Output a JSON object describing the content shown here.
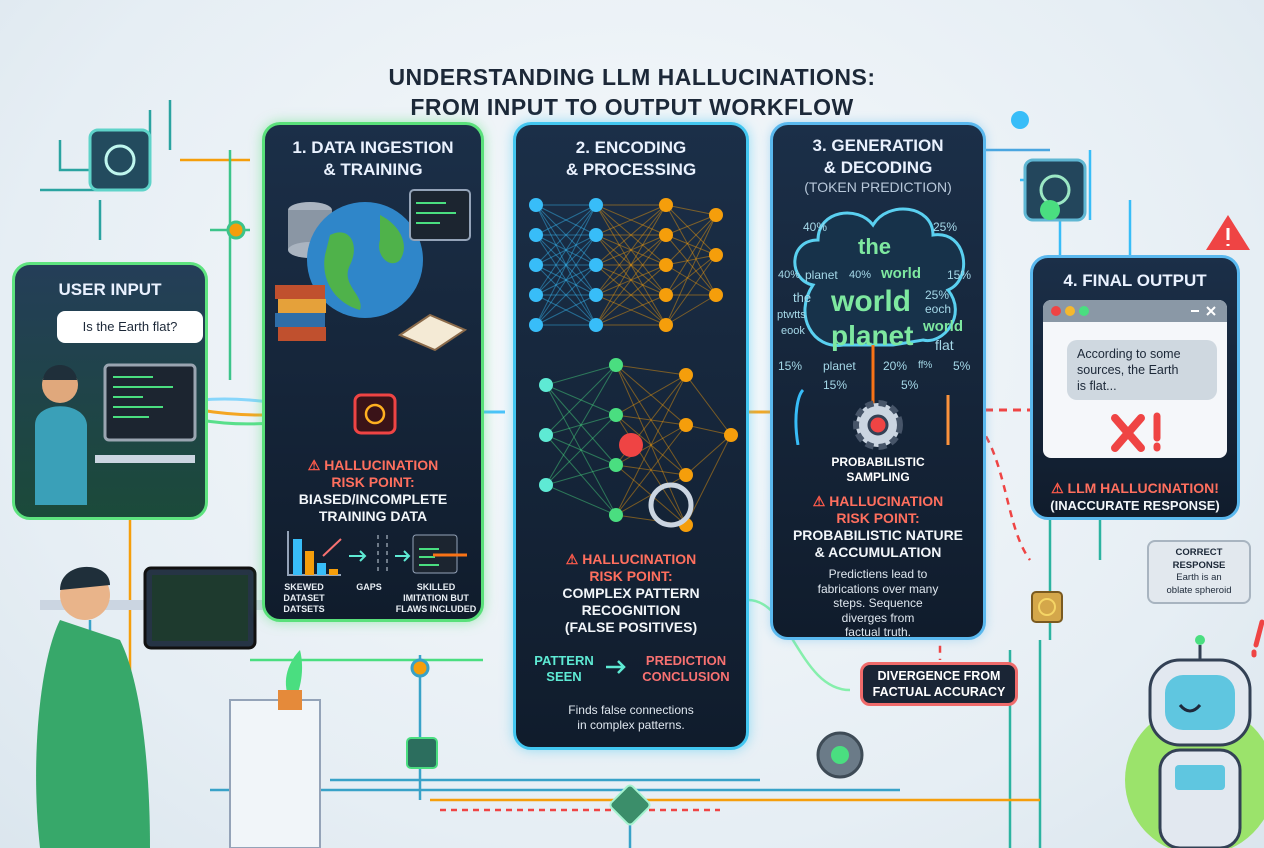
{
  "title": {
    "line1": "UNDERSTANDING LLM HALLUCINATIONS:",
    "line2": "FROM INPUT TO OUTPUT WORKFLOW"
  },
  "user_input": {
    "heading": "USER INPUT",
    "question": "Is the Earth flat?"
  },
  "panel1": {
    "title_line1": "1. DATA INGESTION",
    "title_line2": "& TRAINING",
    "risk_line1": "HALLUCINATION",
    "risk_line2": "RISK POINT:",
    "risk_detail_line1": "BIASED/INCOMPLETE",
    "risk_detail_line2": "TRAINING DATA",
    "labels": [
      {
        "line1": "SKEWED",
        "line2": "DATASET",
        "line3": "DATSETS"
      },
      {
        "line1": "GAPS"
      },
      {
        "line1": "SKILLED",
        "line2": "IMITATION BUT",
        "line3": "FLAWS INCLUDED"
      }
    ]
  },
  "panel2": {
    "title_line1": "2. ENCODING",
    "title_line2": "& PROCESSING",
    "risk_line1": "HALLUCINATION",
    "risk_line2": "RISK POINT:",
    "risk_detail_line1": "COMPLEX PATTERN",
    "risk_detail_line2": "RECOGNITION",
    "risk_detail_line3": "(FALSE POSITIVES)",
    "pattern_line1": "PATTERN",
    "pattern_line2": "SEEN",
    "prediction_line1": "PREDICTION",
    "prediction_line2": "CONCLUSION",
    "description_line1": "Finds false connections",
    "description_line2": "in complex patterns."
  },
  "panel3": {
    "title_line1": "3. GENERATION",
    "title_line2": "& DECODING",
    "subtitle": "(TOKEN PREDICTION)",
    "cloud_words": [
      "40%",
      "25%",
      "the",
      "40%",
      "planet",
      "40%",
      "world",
      "15%",
      "the",
      "world",
      "25%",
      "eoch",
      "ptwtts",
      "planet",
      "world",
      "eook",
      "flat",
      "planet",
      "20%",
      "ff%",
      "15%",
      "5%",
      "15%",
      "5%"
    ],
    "sampling_line1": "PROBABILISTIC",
    "sampling_line2": "SAMPLING",
    "risk_line1": "HALLUCINATION",
    "risk_line2": "RISK POINT:",
    "risk_detail_line1": "PROBABILISTIC NATURE",
    "risk_detail_line2": "& ACCUMULATION",
    "description_line1": "Predictiens lead to",
    "description_line2": "fabrications over many",
    "description_line3": "steps. Sequence",
    "description_line4": "diverges from",
    "description_line5": "factual truth."
  },
  "panel4": {
    "title": "4. FINAL OUTPUT",
    "response_line1": "According to some",
    "response_line2": "sources, the Earth",
    "response_line3": "is flat...",
    "hallucination_label": "LLM HALLUCINATION!",
    "hallucination_detail": "(INACCURATE RESPONSE)"
  },
  "divergence": {
    "line1": "DIVERGENCE FROM",
    "line2": "FACTUAL ACCURACY"
  },
  "correct_response": {
    "line1": "CORRECT",
    "line2": "RESPONSE",
    "line3": "Earth is an",
    "line4": "oblate spheroid"
  },
  "colors": {
    "panel_bg": "#132235",
    "green": "#4ade80",
    "cyan": "#38bdf8",
    "warning_red": "#ff5b4b",
    "title": "#1c2838"
  }
}
